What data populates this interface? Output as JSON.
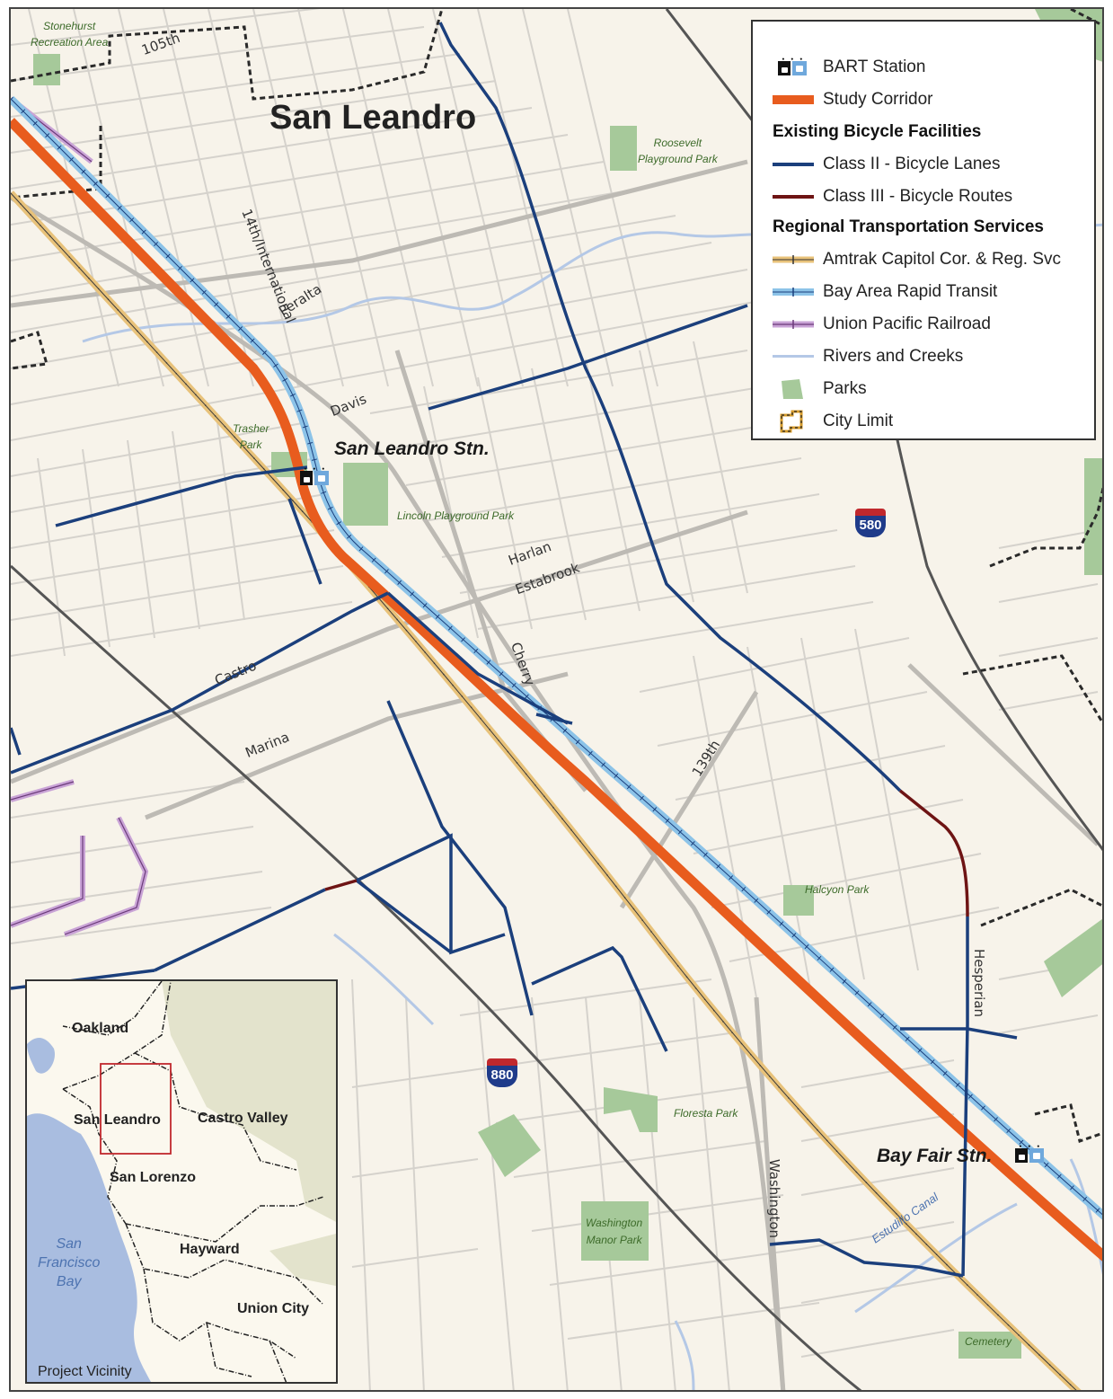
{
  "map": {
    "city_label": "San Leandro",
    "stations": {
      "san_leandro": "San Leandro Stn.",
      "bay_fair": "Bay Fair Stn."
    },
    "streets": {
      "s105th": "105th",
      "international": "14th/International",
      "peralta": "Peralta",
      "davis": "Davis",
      "harlan": "Harlan",
      "estabrook": "Estabrook",
      "cherry": "Cherry",
      "castro": "Castro",
      "marina": "Marina",
      "s139th": "139th",
      "hesperian": "Hesperian",
      "washington": "Washington"
    },
    "parks": {
      "stonehurst": "Stonehurst\nRecreation Area",
      "roosevelt": "Roosevelt\nPlayground Park",
      "trasher": "Trasher\nPark",
      "lincoln": "Lincoln Playground Park",
      "halcyon": "Halcyon Park",
      "floresta": "Floresta Park",
      "washington_manor": "Washington\nManor Park",
      "cemetery": "Cemetery"
    },
    "water": {
      "estudillo": "Estudillo Canal"
    },
    "highways": {
      "i580": "580",
      "i880": "880"
    }
  },
  "legend": {
    "bart_station": "BART Station",
    "study_corridor": "Study Corridor",
    "heading_bike": "Existing Bicycle Facilities",
    "class2": "Class II - Bicycle Lanes",
    "class3": "Class III - Bicycle Routes",
    "heading_regional": "Regional Transportation Services",
    "amtrak": "Amtrak Capitol Cor. & Reg. Svc",
    "bart": "Bay Area Rapid Transit",
    "union_pacific": "Union Pacific Railroad",
    "rivers": "Rivers and Creeks",
    "parks": "Parks",
    "city_limit": "City Limit"
  },
  "inset": {
    "oakland": "Oakland",
    "san_leandro": "San Leandro",
    "castro_valley": "Castro Valley",
    "san_lorenzo": "San Lorenzo",
    "hayward": "Hayward",
    "union_city": "Union City",
    "bay": "San\nFrancisco\nBay",
    "caption": "Project Vicinity"
  },
  "colors": {
    "background": "#f7f3ea",
    "streets": "#d5d2cc",
    "major_roads": "#bdbab4",
    "study_corridor": "#e85c1e",
    "class2": "#1b3f7c",
    "class3": "#6e1414",
    "amtrak": "#e8c27a",
    "bart": "#8cc3e8",
    "union_pacific": "#c9a3d6",
    "rivers": "#b4c8e6",
    "parks": "#a6c99a",
    "city_limit": "#d49a2a"
  }
}
